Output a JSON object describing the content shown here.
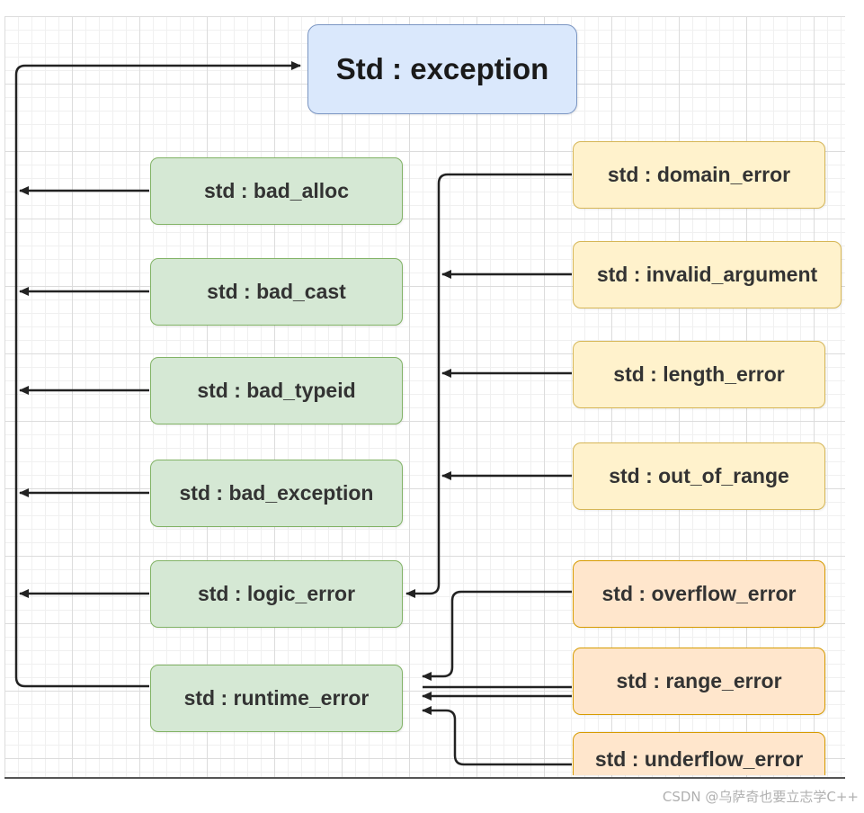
{
  "diagram": {
    "root": {
      "label": "Std : exception"
    },
    "runtime_parents_left": [
      {
        "id": "bad_alloc",
        "label": "std : bad_alloc"
      },
      {
        "id": "bad_cast",
        "label": "std : bad_cast"
      },
      {
        "id": "bad_typeid",
        "label": "std : bad_typeid"
      },
      {
        "id": "bad_exception",
        "label": "std : bad_exception"
      },
      {
        "id": "logic_error",
        "label": "std : logic_error"
      },
      {
        "id": "runtime_error",
        "label": "std : runtime_error"
      }
    ],
    "logic_children": [
      {
        "id": "domain_error",
        "label": "std : domain_error"
      },
      {
        "id": "invalid_argument",
        "label": "std : invalid_argument"
      },
      {
        "id": "length_error",
        "label": "std : length_error"
      },
      {
        "id": "out_of_range",
        "label": "std : out_of_range"
      }
    ],
    "runtime_children": [
      {
        "id": "overflow_error",
        "label": "std : overflow_error"
      },
      {
        "id": "range_error",
        "label": "std : range_error"
      },
      {
        "id": "underflow_error",
        "label": "std : underflow_error"
      }
    ],
    "colors": {
      "root_fill": "#dae8fc",
      "base_fill": "#d5e8d4",
      "logic_child_fill": "#fff2cc",
      "runtime_child_fill": "#ffe6cc",
      "edge": "#222222"
    }
  },
  "watermark": "CSDN @乌萨奇也要立志学C++"
}
